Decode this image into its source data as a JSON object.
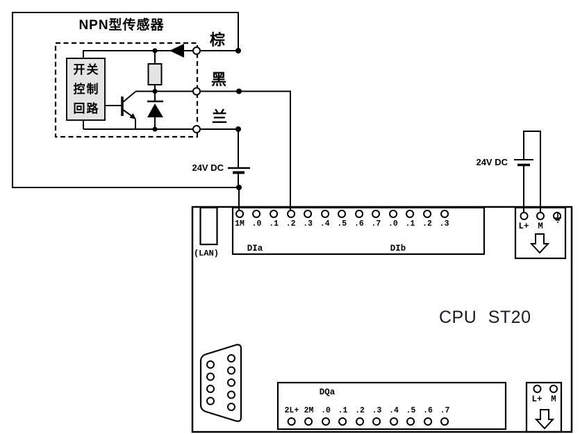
{
  "sensor": {
    "title": "NPN型传感器",
    "control_block_lines": [
      "开关",
      "控制",
      "回路"
    ],
    "wire_labels": [
      {
        "name": "brown",
        "text": "棕"
      },
      {
        "name": "black",
        "text": "黑"
      },
      {
        "name": "blue",
        "text": "兰"
      }
    ]
  },
  "power": {
    "left_supply_label": "24V DC",
    "right_supply_label": "24V DC"
  },
  "plc": {
    "model": "CPU ST20",
    "lan_label": "(LAN)",
    "di": {
      "group_a_label": "DIa",
      "group_b_label": "DIb",
      "terminals": [
        "1M",
        ".0",
        ".1",
        ".2",
        ".3",
        ".4",
        ".5",
        ".6",
        ".7",
        ".0",
        ".1",
        ".2",
        ".3"
      ]
    },
    "dq": {
      "group_label": "DQa",
      "terminals": [
        "2L+",
        "2M",
        ".0",
        ".1",
        ".2",
        ".3",
        ".4",
        ".5",
        ".6",
        ".7"
      ]
    },
    "top_right_terminals": [
      "L+",
      "M"
    ],
    "top_right_ground_icon": "earth-ground",
    "bottom_right_terminals": [
      "L+",
      "M"
    ]
  },
  "colors": {
    "line": "#000000",
    "shaded_fill": "#e4e4e4",
    "background": "#ffffff",
    "model_text": "#1a1a24"
  }
}
